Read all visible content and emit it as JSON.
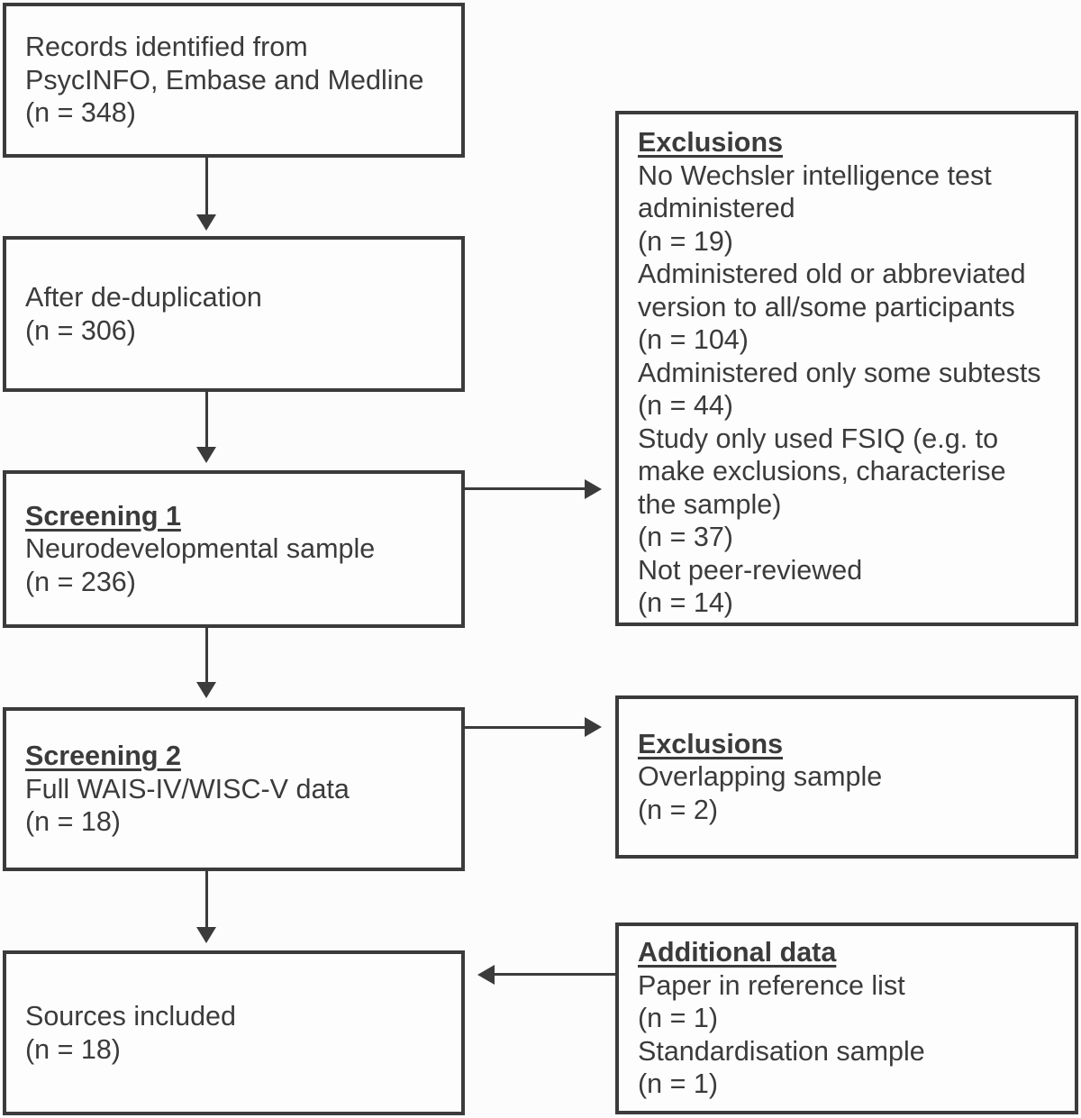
{
  "colors": {
    "ink": "#3b3b3b",
    "canvas_background": "#fcfcfc",
    "box_fill": "#fdfdfd"
  },
  "flowchart": {
    "main_column": [
      {
        "id": "records-identified",
        "lines": [
          "Records identified from",
          "PsycINFO, Embase and Medline",
          "(n = 348)"
        ]
      },
      {
        "id": "after-deduplication",
        "lines": [
          "After de-duplication",
          "(n = 306)"
        ]
      },
      {
        "id": "screening-1",
        "heading": "Screening 1",
        "lines": [
          "Neurodevelopmental sample",
          "(n = 236)"
        ]
      },
      {
        "id": "screening-2",
        "heading": "Screening 2",
        "lines": [
          "Full WAIS-IV/WISC-V data",
          "(n = 18)"
        ]
      },
      {
        "id": "sources-included",
        "lines": [
          "Sources included",
          "(n = 18)"
        ]
      }
    ],
    "side_column": [
      {
        "id": "exclusions-screening-1",
        "heading": "Exclusions",
        "lines": [
          "No Wechsler intelligence test",
          "administered",
          "(n = 19)",
          "Administered old or abbreviated",
          "version to all/some participants",
          "(n = 104)",
          "Administered only some subtests",
          "(n = 44)",
          "Study only used FSIQ (e.g. to",
          "make exclusions, characterise",
          "the sample)",
          "(n = 37)",
          "Not peer-reviewed",
          "(n = 14)"
        ]
      },
      {
        "id": "exclusions-screening-2",
        "heading": "Exclusions",
        "lines": [
          "Overlapping sample",
          "(n = 2)"
        ]
      },
      {
        "id": "additional-data",
        "heading": "Additional data",
        "lines": [
          "Paper in reference list",
          "(n = 1)",
          "Standardisation sample",
          "(n = 1)"
        ]
      }
    ]
  }
}
